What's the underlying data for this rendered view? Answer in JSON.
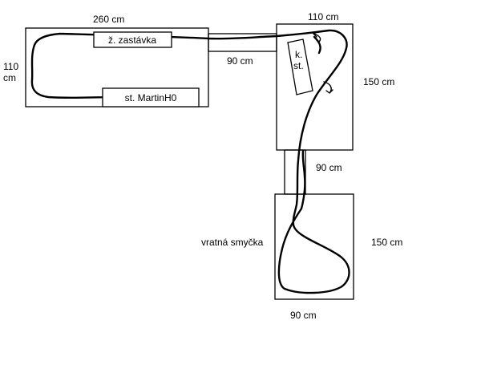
{
  "dimensions": {
    "top_left_width": "260 cm",
    "top_left_height_value": "110",
    "top_left_height_unit": "cm",
    "connector_top": "90 cm",
    "top_right_width": "110 cm",
    "top_right_height": "150 cm",
    "connector_vertical": "90 cm",
    "bottom_height": "150 cm",
    "bottom_width": "90 cm"
  },
  "labels": {
    "stop": "ž. zastávka",
    "station": "st. MartinH0",
    "kstation_line1": "k.",
    "kstation_line2": "st.",
    "return_loop": "vratná smyčka"
  }
}
